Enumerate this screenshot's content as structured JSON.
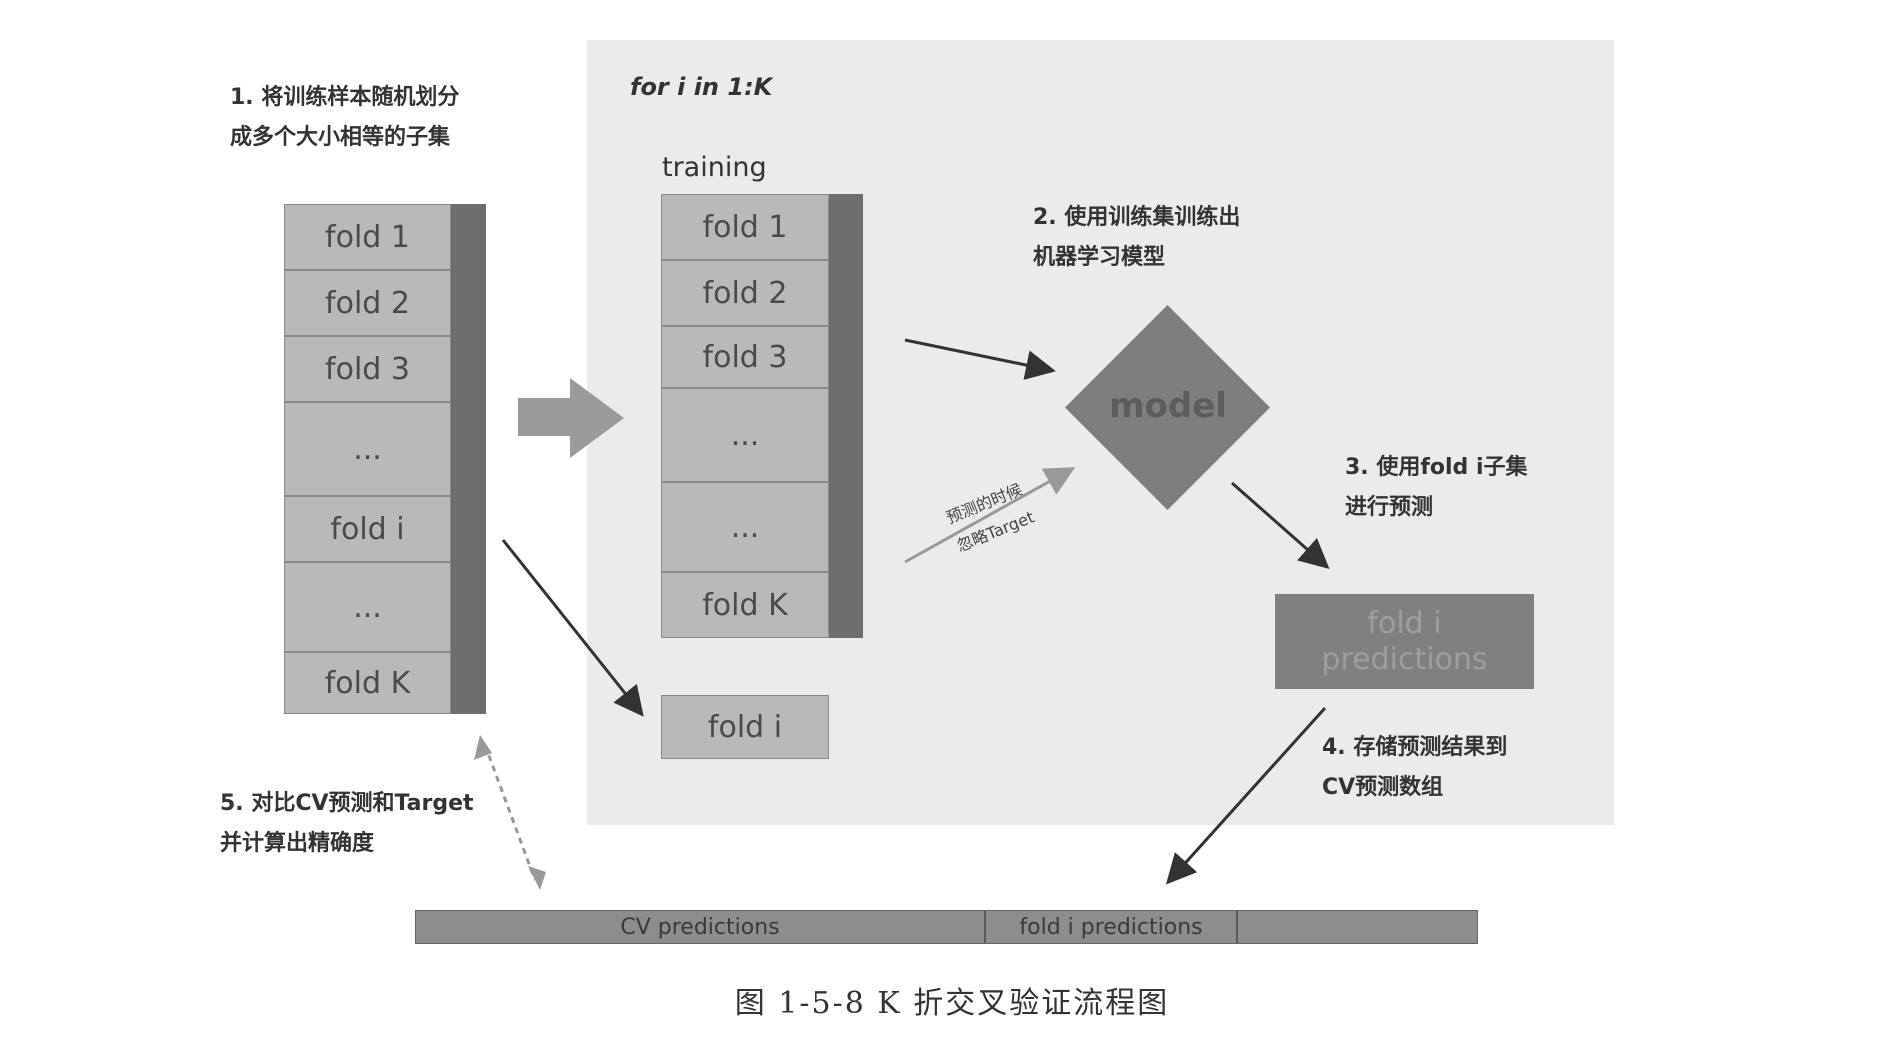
{
  "loop_label": "for i in 1:K",
  "steps": {
    "step1": [
      "1. 将训练样本随机划分",
      "成多个大小相等的子集"
    ],
    "step2": [
      "2. 使用训练集训练出",
      "机器学习模型"
    ],
    "step3": [
      "3. 使用fold i子集",
      "进行预测"
    ],
    "step4": [
      "4. 存储预测结果到",
      "CV预测数组"
    ],
    "step5": [
      "5. 对比CV预测和Target",
      "并计算出精确度"
    ]
  },
  "left_folds": [
    "fold 1",
    "fold 2",
    "fold 3",
    "...",
    "fold i",
    "...",
    "fold K"
  ],
  "training_label": "training",
  "training_folds": [
    "fold 1",
    "fold 2",
    "fold 3",
    "...",
    "...",
    "fold K"
  ],
  "test_fold": "fold i",
  "model_label": "model",
  "ignore_target": [
    "预测的时候",
    "忽略Target"
  ],
  "fold_predictions": [
    "fold i",
    "predictions"
  ],
  "cv_bar": {
    "left": "CV predictions",
    "middle": "fold i predictions"
  },
  "caption": "图 1-5-8   K 折交叉验证流程图"
}
